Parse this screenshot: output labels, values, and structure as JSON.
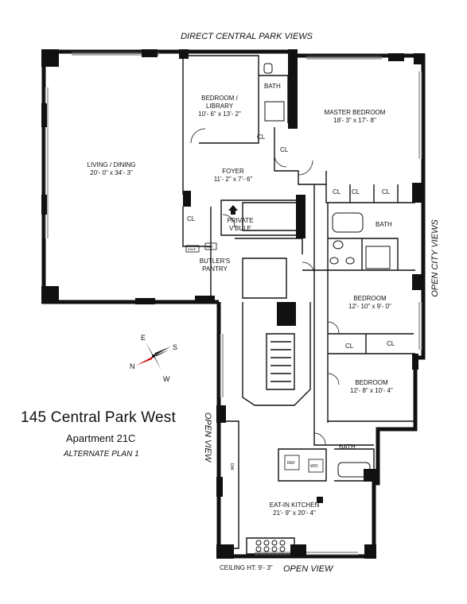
{
  "views": {
    "top": "DIRECT CENTRAL PARK VIEWS",
    "right": "OPEN CITY VIEWS",
    "left": "OPEN VIEW",
    "bottom": "OPEN VIEW"
  },
  "building": {
    "address": "145 Central Park West",
    "apartment": "Apartment 21C",
    "plan": "ALTERNATE PLAN 1",
    "ceiling": "CEILING HT: 9'- 3\""
  },
  "compass": {
    "n": "N",
    "e": "E",
    "s": "S",
    "w": "W"
  },
  "rooms": {
    "bedroom_library": {
      "name1": "BEDROOM /",
      "name2": "LIBRARY",
      "size": "10'- 6\" x 13'- 2\""
    },
    "bath1": "BATH",
    "master": {
      "name": "MASTER BEDROOM",
      "size": "18'- 3\" x 17'- 8\""
    },
    "living": {
      "name": "LIVING / DINING",
      "size": "20'- 0\" x 34'- 3\""
    },
    "foyer": {
      "name": "FOYER",
      "size": "11'- 2\" x 7'- 6\""
    },
    "vestibule": {
      "name1": "PRIVATE",
      "name2": "V'BULE"
    },
    "butlers": {
      "name1": "BUTLER'S",
      "name2": "PANTRY"
    },
    "bath2": "BATH",
    "bedroom2": {
      "name": "BEDROOM",
      "size": "12'- 10\" x 9'- 0\""
    },
    "bedroom3": {
      "name": "BEDROOM",
      "size": "12'- 8\" x 10'- 4\""
    },
    "bath3": "BATH",
    "kitchen": {
      "name": "EAT-IN KITCHEN",
      "size": "21'- 9\" x 20'- 4\""
    }
  },
  "closet": "CL",
  "appliances": {
    "wine": "WINE",
    "ref": "REF",
    "wd": "W/D",
    "dw": "DW"
  }
}
